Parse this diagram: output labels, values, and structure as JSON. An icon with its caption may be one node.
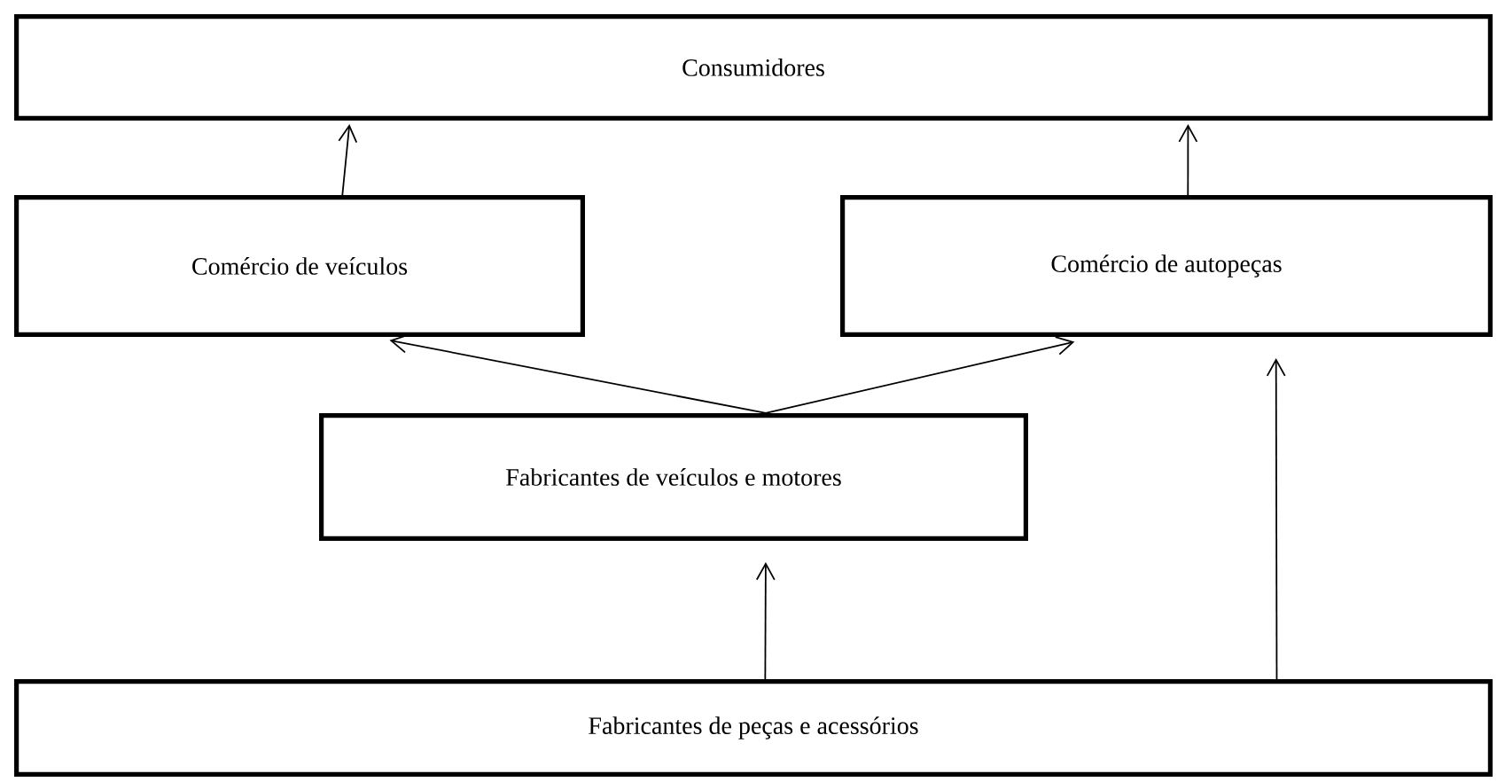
{
  "diagram": {
    "nodes": [
      {
        "text": [
          "Consumidores"
        ]
      },
      {
        "text": [
          "Comércio de veículos"
        ]
      },
      {
        "text": [
          "Comércio de autopeças"
        ]
      },
      {
        "text": [
          "Fabricantes de veículos e motores"
        ]
      },
      {
        "text": [
          "Fabricantes de peças e acessórios"
        ]
      }
    ],
    "edges": [
      {
        "from": 1,
        "to": 0,
        "arrow": "to"
      },
      {
        "from": 2,
        "to": 0,
        "arrow": "to"
      },
      {
        "from": 3,
        "to": 1,
        "arrow": "to"
      },
      {
        "from": 3,
        "to": 2,
        "arrow": "to"
      },
      {
        "from": 4,
        "to": 3,
        "arrow": "to"
      },
      {
        "from": 4,
        "to": 2,
        "arrow": "to"
      }
    ]
  }
}
